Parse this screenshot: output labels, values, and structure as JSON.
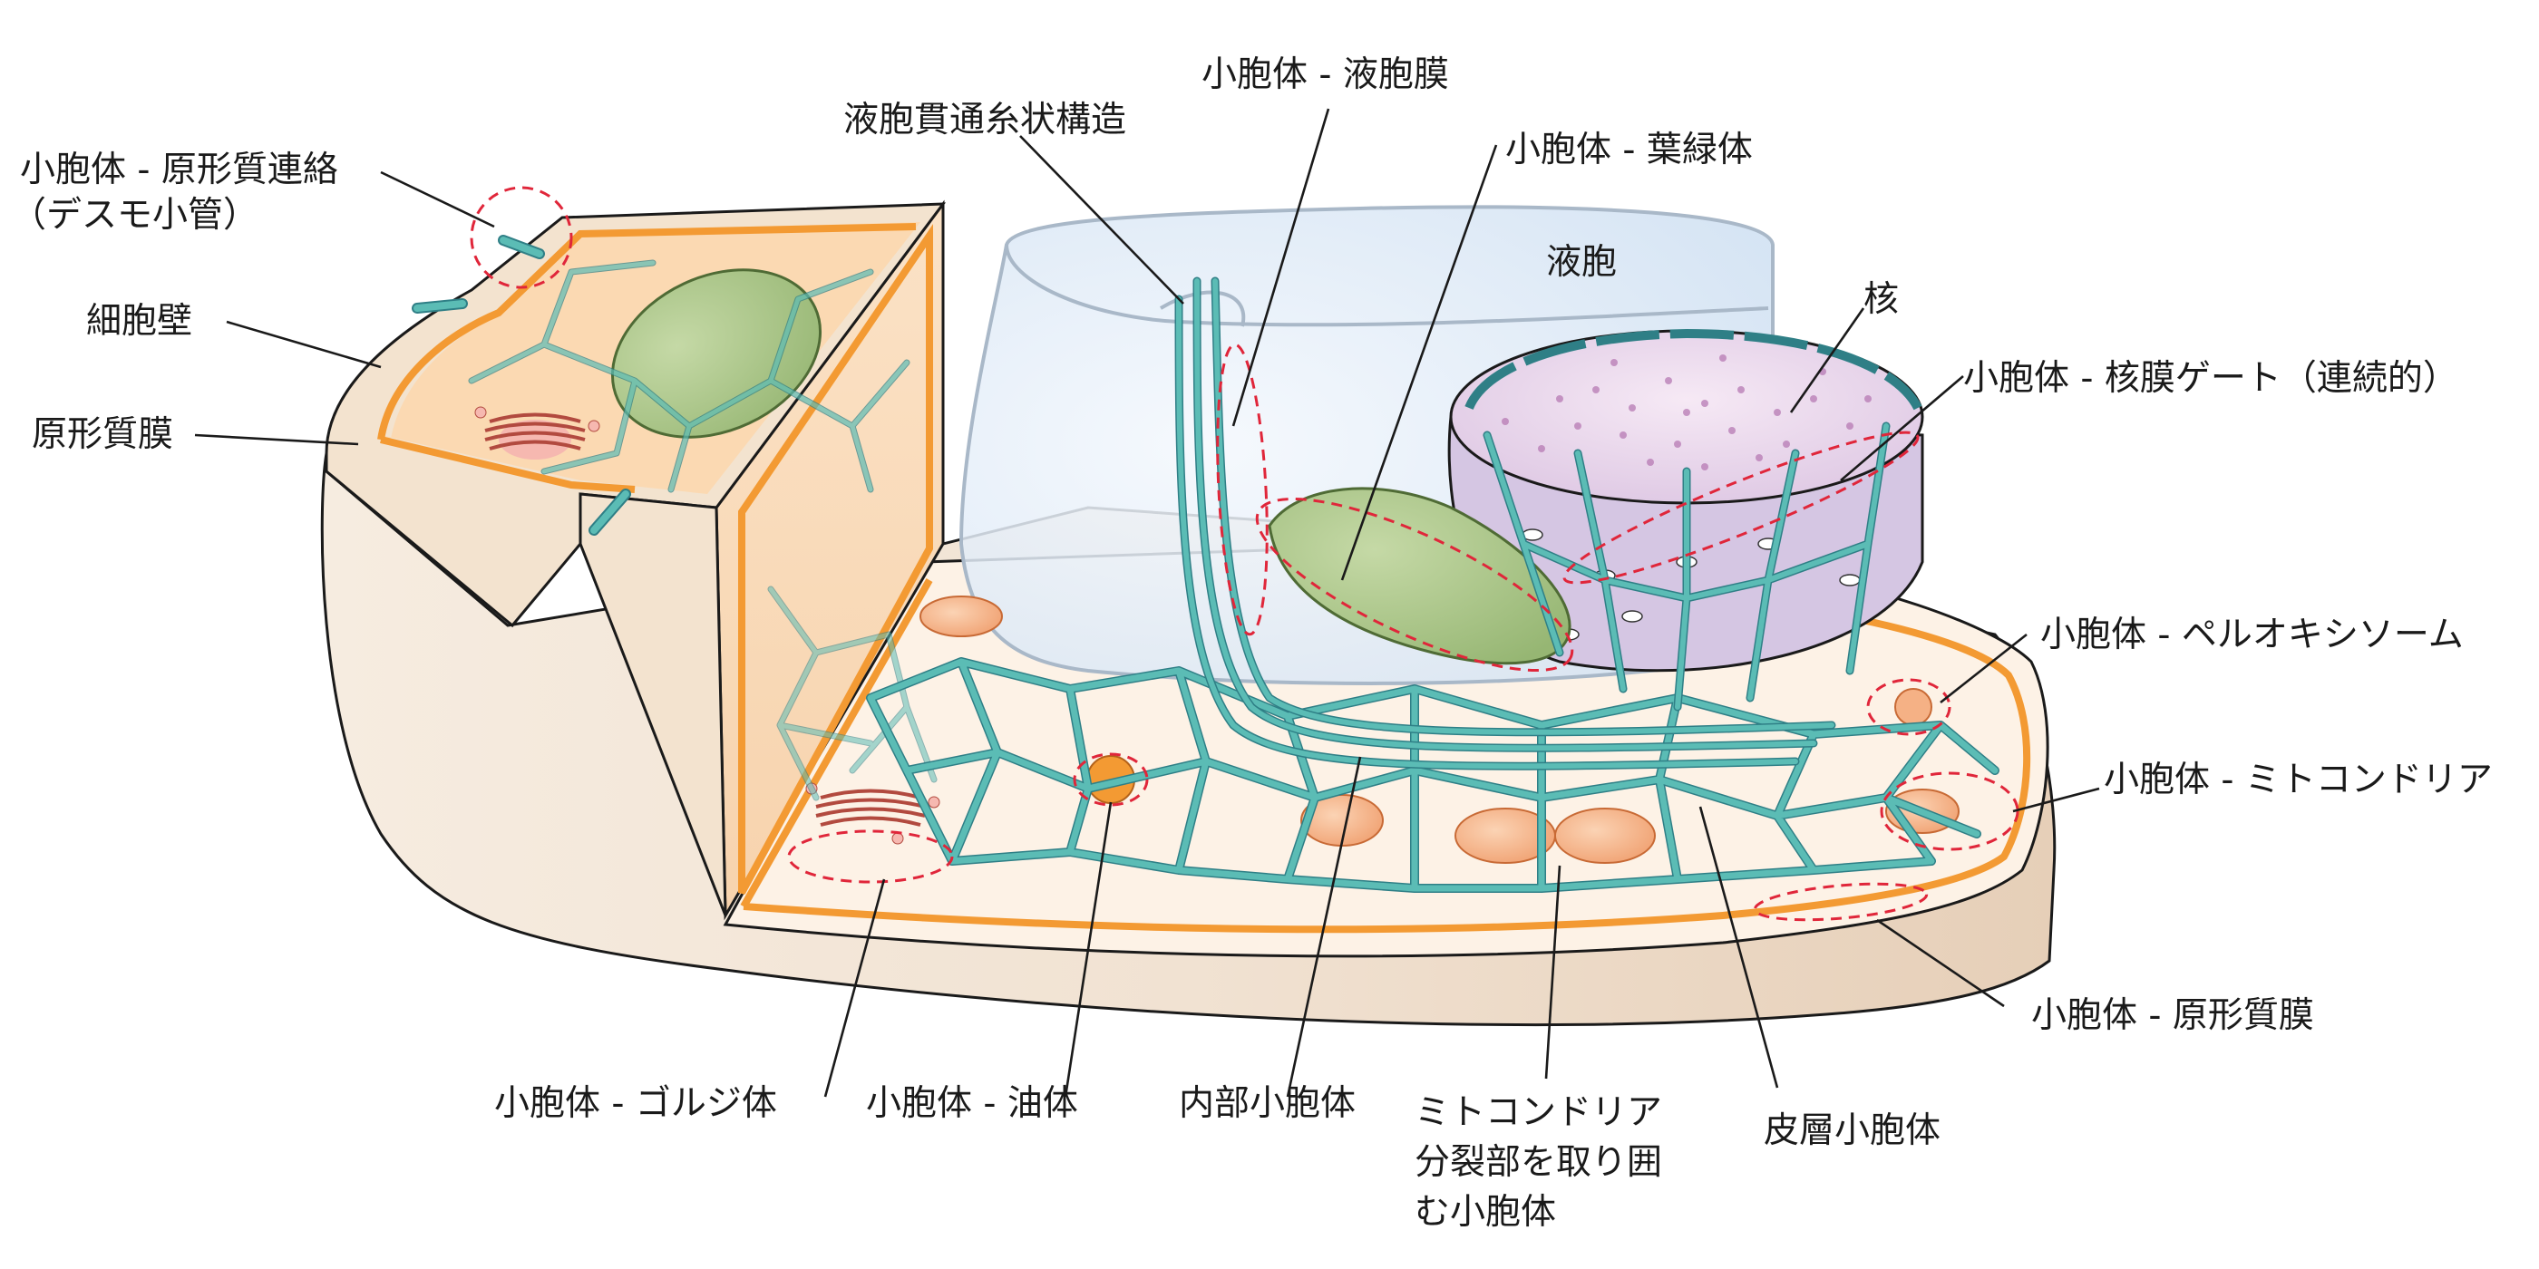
{
  "labels": {
    "plasmodesmata": "小胞体 - 原形質連絡",
    "desmotubule": "（デスモ小管）",
    "cell_wall": "細胞壁",
    "plasma_membrane": "原形質膜",
    "transvacuolar_strands": "液胞貫通糸状構造",
    "er_vacuole": "小胞体 - 液胞膜",
    "er_chloroplast": "小胞体 - 葉緑体",
    "vacuole": "液胞",
    "nucleus": "核",
    "er_nuclear_gate": "小胞体 - 核膜ゲート（連続的）",
    "er_peroxisome": "小胞体 - ペルオキシソーム",
    "er_mitochondria": "小胞体 - ミトコンドリア",
    "er_plasma_membrane": "小胞体 - 原形質膜",
    "er_golgi": "小胞体 - ゴルジ体",
    "er_oil_body": "小胞体 - 油体",
    "internal_er": "内部小胞体",
    "mito_division_line1": "ミトコンドリア",
    "mito_division_line2": "分裂部を取り囲",
    "mito_division_line3": "む小胞体",
    "cortical_er": "皮層小胞体"
  },
  "colors": {
    "cell_wall": "#f3e7da",
    "cell_wall_shade": "#e3cdb5",
    "cytoplasm": "#fdf0e3",
    "plasma_membrane": "#f39a33",
    "er_network": "#5bbcb5",
    "er_outline": "#2f7f86",
    "vacuole": "#d9e8f6",
    "nucleus": "#ecd6ea",
    "chloroplast": "#a9c488",
    "mitochondria": "#f5b185",
    "contact_highlight": "#e0263a"
  }
}
